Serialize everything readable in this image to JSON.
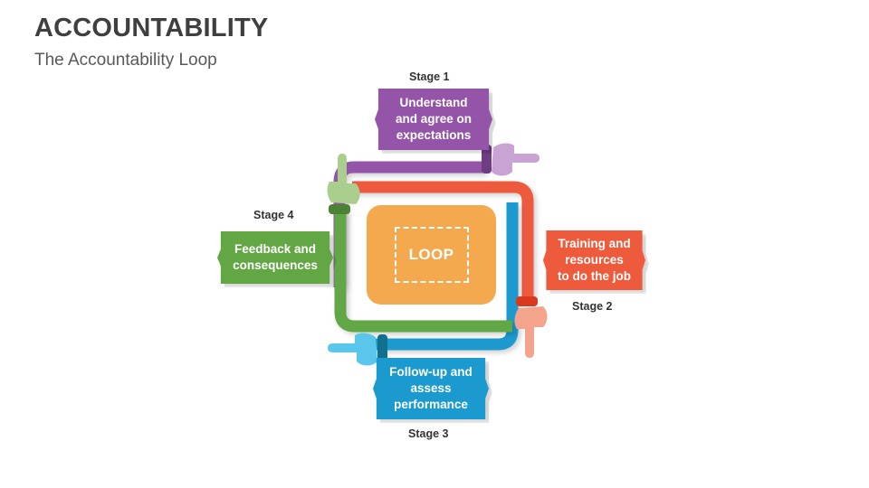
{
  "header": {
    "title": "ACCOUNTABILITY",
    "subtitle": "The Accountability Loop"
  },
  "center": {
    "label": "LOOP",
    "color": "#F5A94E"
  },
  "stages": [
    {
      "caption": "Stage 1",
      "text": "Understand and agree on expectations",
      "color": "#9455A8",
      "hand_color": "#C9A3D4",
      "cuff_color": "#6E3E84",
      "hand_direction": "right",
      "hand_icon": "pointing-hand-right-icon"
    },
    {
      "caption": "Stage 2",
      "text": "Training and resources to do the job",
      "color": "#EE5A3C",
      "hand_color": "#F4A48D",
      "cuff_color": "#D93A1E",
      "hand_direction": "down",
      "hand_icon": "pointing-hand-down-icon"
    },
    {
      "caption": "Stage 3",
      "text": "Follow-up and assess performance",
      "color": "#1B9AD0",
      "hand_color": "#5BC6EC",
      "cuff_color": "#12708F",
      "hand_direction": "left",
      "hand_icon": "pointing-hand-left-icon"
    },
    {
      "caption": "Stage 4",
      "text": "Feedback and consequences",
      "color": "#62A744",
      "hand_color": "#A9CE8D",
      "cuff_color": "#4C8233",
      "hand_direction": "up",
      "hand_icon": "pointing-hand-up-icon"
    }
  ]
}
